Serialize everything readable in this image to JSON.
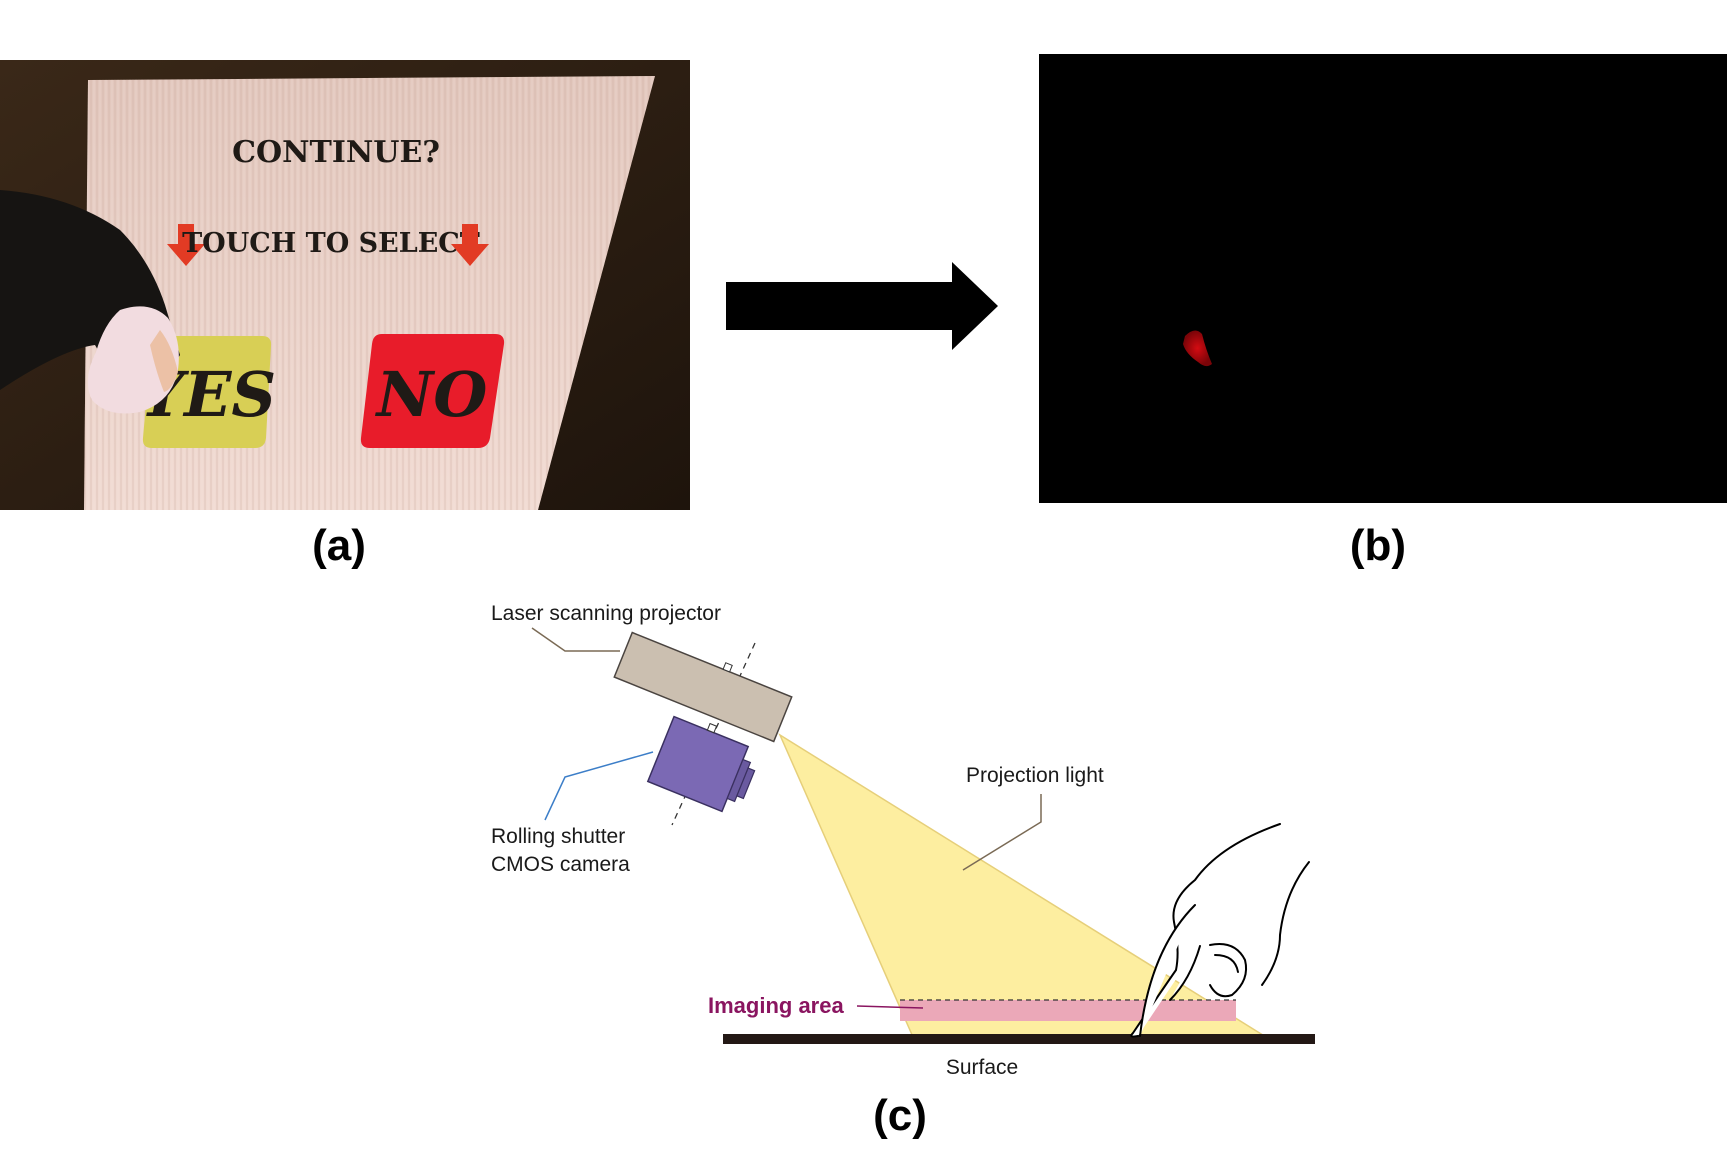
{
  "panels": {
    "a": {
      "label": "(a)",
      "screen_title": "CONTINUE?",
      "screen_prompt": "TOUCH TO SELECT",
      "yes_button": "YES",
      "no_button": "NO"
    },
    "b": {
      "label": "(b)"
    },
    "c": {
      "label": "(c)",
      "projector_label": "Laser scanning projector",
      "camera_label_line1": "Rolling shutter",
      "camera_label_line2": "CMOS camera",
      "light_label": "Projection light",
      "imaging_label": "Imaging area",
      "surface_label": "Surface"
    }
  },
  "colors": {
    "projection_light": "#fdeea0",
    "imaging_area": "#eba8b8",
    "imaging_label": "#8a1560",
    "projector_body": "#cbbfb0",
    "camera_body": "#7b69b4",
    "surface": "#231815",
    "yes_button": "#d8cf55",
    "no_button": "#e81c2a",
    "arrow_red": "#e23b24",
    "touch_blob": "#d40b12"
  },
  "icons": {
    "transition_arrow": "right-arrow-icon",
    "touch_arrow": "down-arrow-icon"
  }
}
